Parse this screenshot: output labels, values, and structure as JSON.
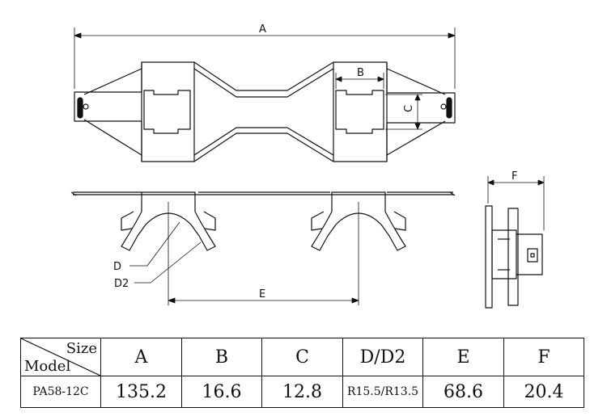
{
  "drawing": {
    "labels": {
      "A": "A",
      "B": "B",
      "C": "C",
      "D": "D",
      "D2": "D2",
      "E": "E",
      "F": "F"
    }
  },
  "spec_table": {
    "corner_top": "Size",
    "corner_bottom": "Model",
    "headers": [
      "A",
      "B",
      "C",
      "D/D2",
      "E",
      "F"
    ],
    "model": "PA58-12C",
    "values": [
      "135.2",
      "16.6",
      "12.8",
      "R15.5/R13.5",
      "68.6",
      "20.4"
    ]
  }
}
